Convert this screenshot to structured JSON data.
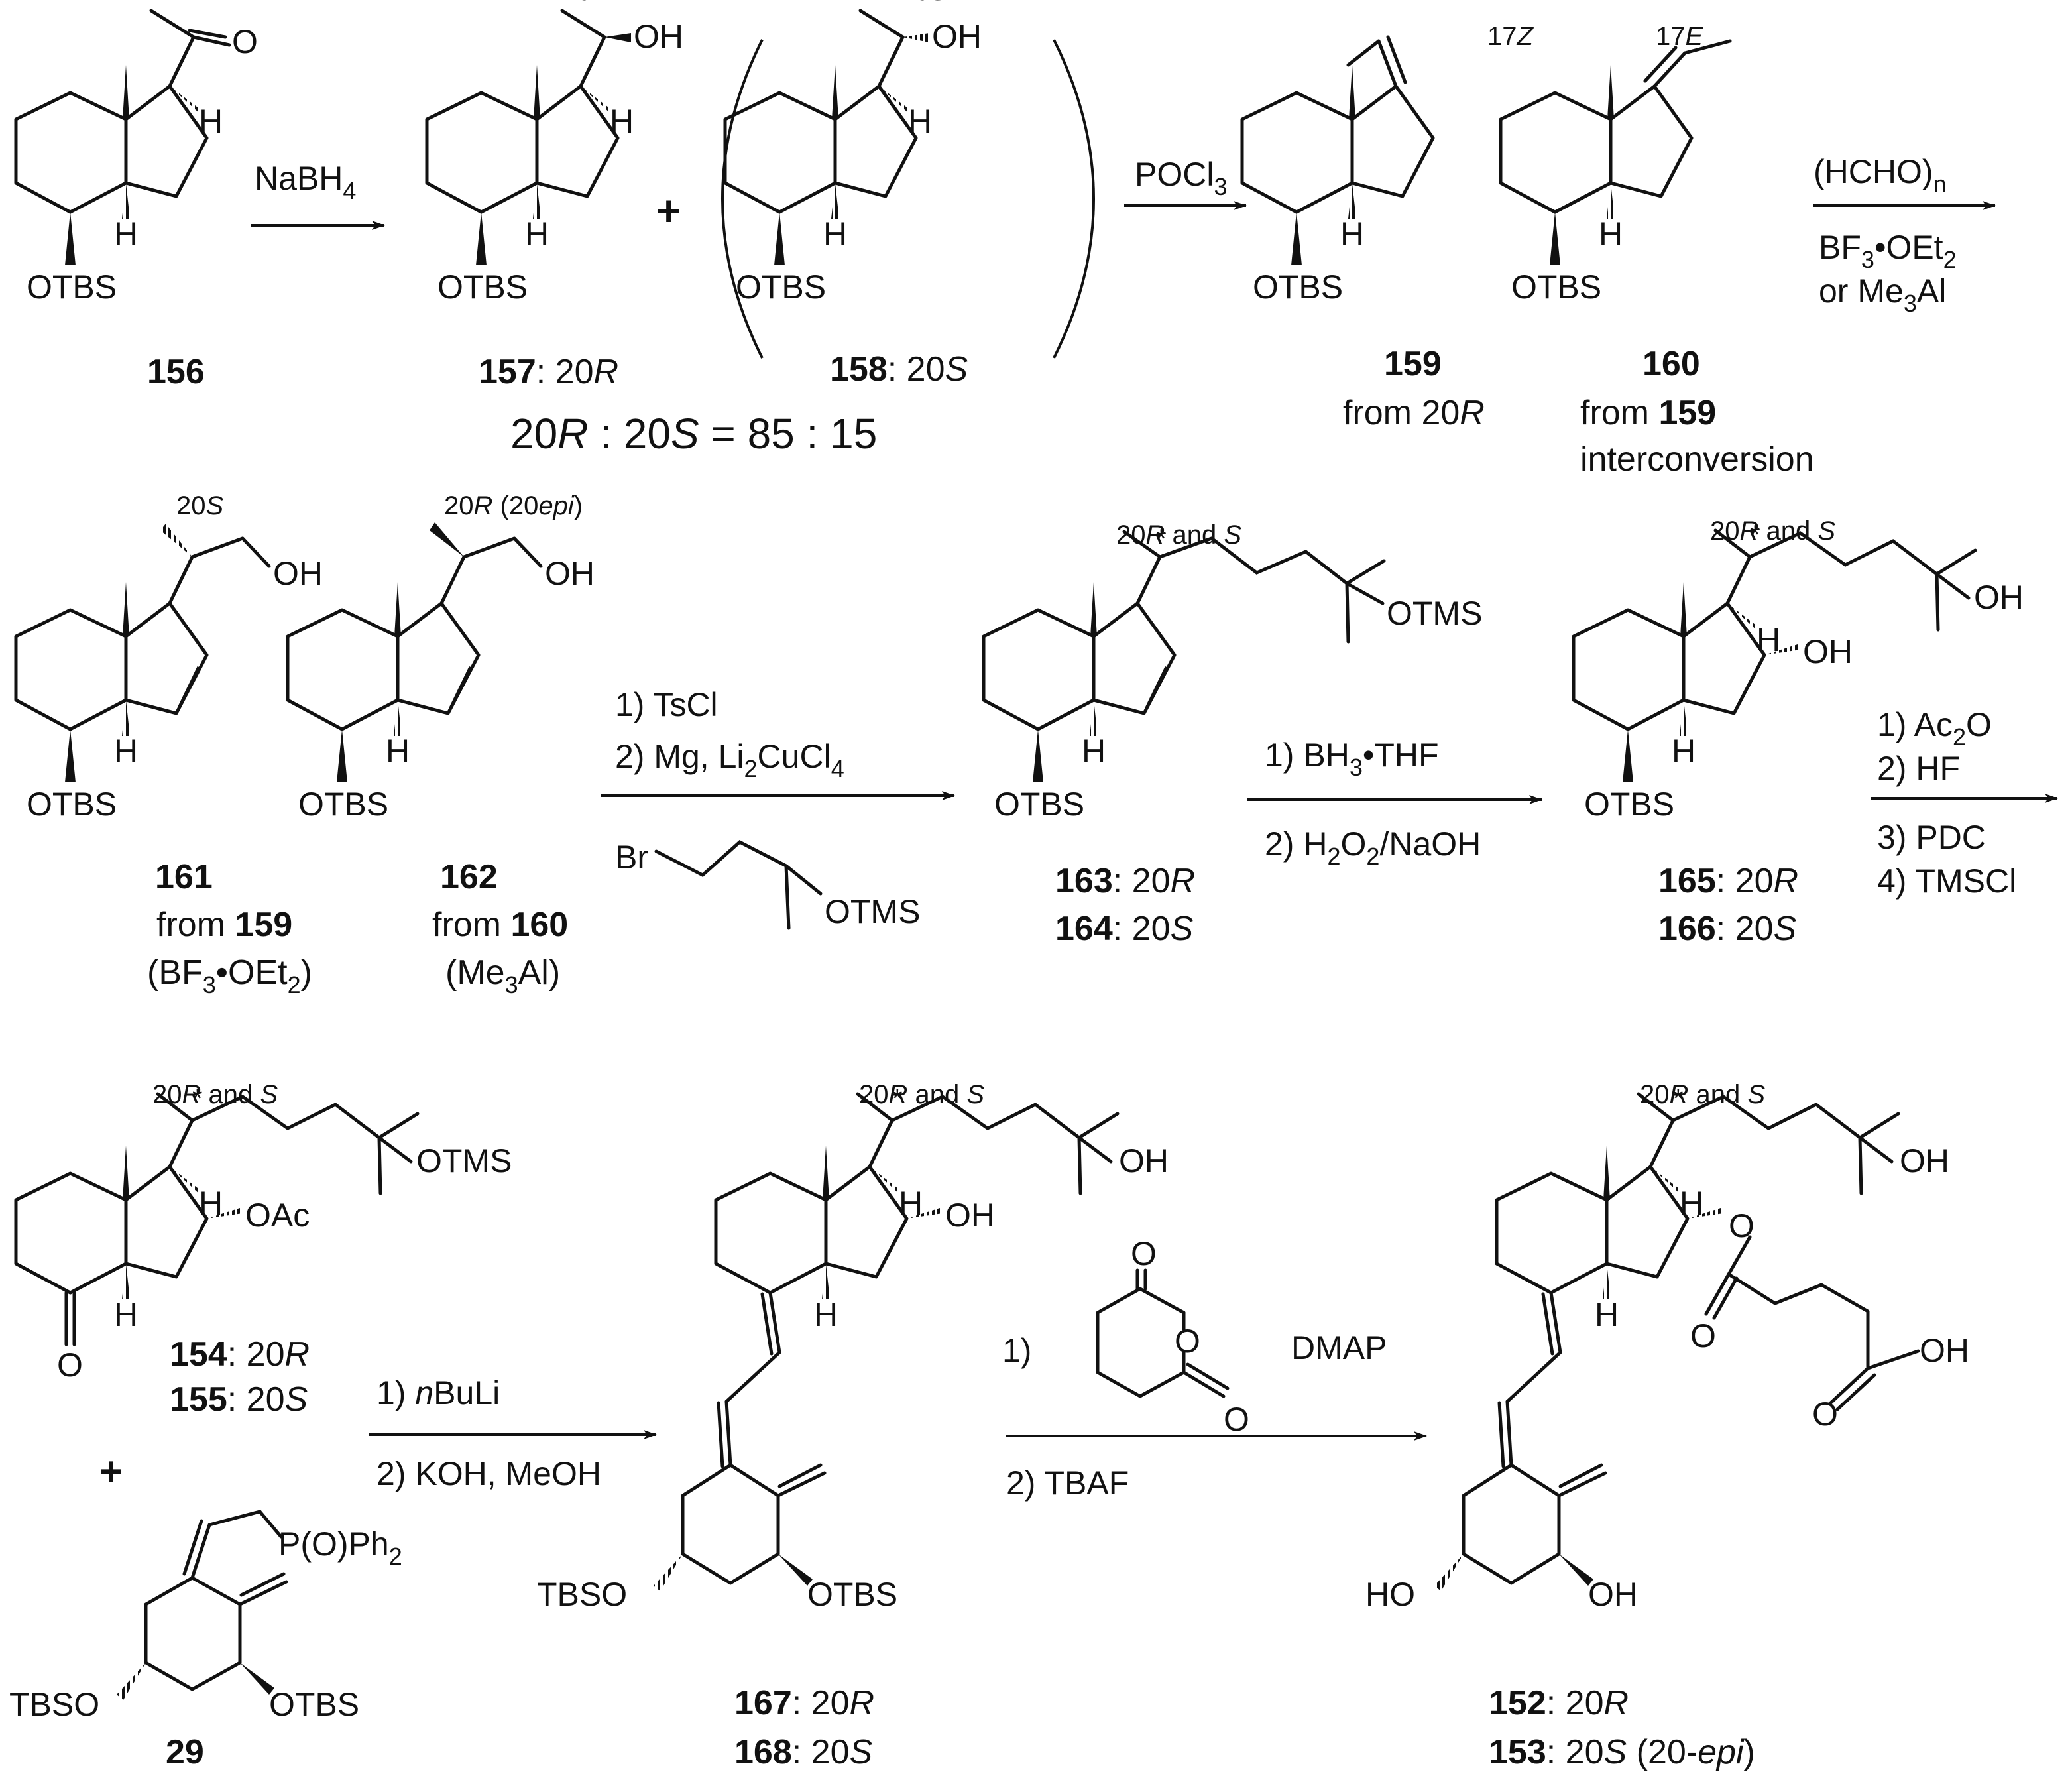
{
  "reagents": {
    "r1": "NaBH",
    "r1_sub": "4",
    "r2": "POCl",
    "r2_sub": "3",
    "r3_line1": "(HCHO)",
    "r3_line1_sub": "n",
    "r3_line2_a": "BF",
    "r3_line2_sub": "3",
    "r3_line2_b": "•OEt",
    "r3_line2_sub2": "2",
    "r3_line3_a": "or Me",
    "r3_line3_sub": "3",
    "r3_line3_b": "Al",
    "r4_step1": "1) TsCl",
    "r4_step2_a": "2) Mg, Li",
    "r4_step2_sub": "2",
    "r4_step2_b": "CuCl",
    "r4_step2_sub2": "4",
    "r4_bromide_br": "Br",
    "r4_bromide_otms": "OTMS",
    "r5_step1_a": "1) BH",
    "r5_step1_sub": "3",
    "r5_step1_b": "•THF",
    "r5_step2_a": "2) H",
    "r5_step2_sub": "2",
    "r5_step2_b": "O",
    "r5_step2_sub2": "2",
    "r5_step2_c": "/NaOH",
    "r6_step1_a": "1) Ac",
    "r6_step1_sub": "2",
    "r6_step1_b": "O",
    "r6_step2": "2) HF",
    "r6_step3": "3) PDC",
    "r6_step4": "4) TMSCl",
    "r7_step1_a": "1) ",
    "r7_step1_it": "n",
    "r7_step1_b": "BuLi",
    "r7_step2": "2) KOH, MeOH",
    "r8_step1": "1)",
    "r8_dmap": "DMAP",
    "r8_step2": "2) TBAF"
  },
  "compounds": {
    "c156": "156",
    "c157": "157",
    "c157_cfg": ": 20",
    "c157_cfg_it": "R",
    "c158": "158",
    "c158_cfg": ": 20",
    "c158_cfg_it": "S",
    "ratio_a": "20",
    "ratio_r": "R",
    "ratio_b": " : 20",
    "ratio_s": "S",
    "ratio_c": " = 85 : 15",
    "c159": "159",
    "c159_from_a": "from 20",
    "c159_from_it": "R",
    "c160": "160",
    "c160_from_a": "from ",
    "c160_from_b": "159",
    "c160_note": "interconversion",
    "c161": "161",
    "c161_from_a": "from ",
    "c161_from_b": "159",
    "c161_cond_a": "(BF",
    "c161_cond_sub": "3",
    "c161_cond_b": "•OEt",
    "c161_cond_sub2": "2",
    "c161_cond_c": ")",
    "c162": "162",
    "c162_from_a": "from ",
    "c162_from_b": "160",
    "c162_cond_a": "(Me",
    "c162_cond_sub": "3",
    "c162_cond_b": "Al)",
    "c163": "163",
    "c163_cfg": ": 20",
    "c163_it": "R",
    "c164": "164",
    "c164_cfg": ": 20",
    "c164_it": "S",
    "c165": "165",
    "c165_cfg": ": 20",
    "c165_it": "R",
    "c166": "166",
    "c166_cfg": ": 20",
    "c166_it": "S",
    "c154": "154",
    "c154_cfg": ": 20",
    "c154_it": "R",
    "c155": "155",
    "c155_cfg": ": 20",
    "c155_it": "S",
    "c29": "29",
    "c167": "167",
    "c167_cfg": ": 20",
    "c167_it": "R",
    "c168": "168",
    "c168_cfg": ": 20",
    "c168_it": "S",
    "c152": "152",
    "c152_cfg": ": 20",
    "c152_it": "R",
    "c153": "153",
    "c153_cfg": ": 20",
    "c153_it": "S",
    "c153_b": " (20-",
    "c153_it2": "epi",
    "c153_c": ")"
  },
  "labels": {
    "otbs": "OTBS",
    "tbso": "TBSO",
    "h": "H",
    "o": "O",
    "oh": "OH",
    "ho": "HO",
    "otms": "OTMS",
    "oac": "OAc",
    "star": "*",
    "plus": "+",
    "pooph_a": "P(O)Ph",
    "pooph_sub": "2",
    "st20r_a": "20",
    "st20r_b": "R",
    "st20s_a": "20",
    "st20s_b": "S",
    "st17z_a": "17",
    "st17z_b": "Z",
    "st17e_a": "17",
    "st17e_b": "E",
    "st20repi_a": "20",
    "st20repi_b": "R",
    "st20repi_c": " (20",
    "st20repi_d": "epi",
    "st20repi_e": ")",
    "st_rs_a": "20",
    "st_rs_b": "R",
    "st_rs_c": " and ",
    "st_rs_d": "S"
  }
}
